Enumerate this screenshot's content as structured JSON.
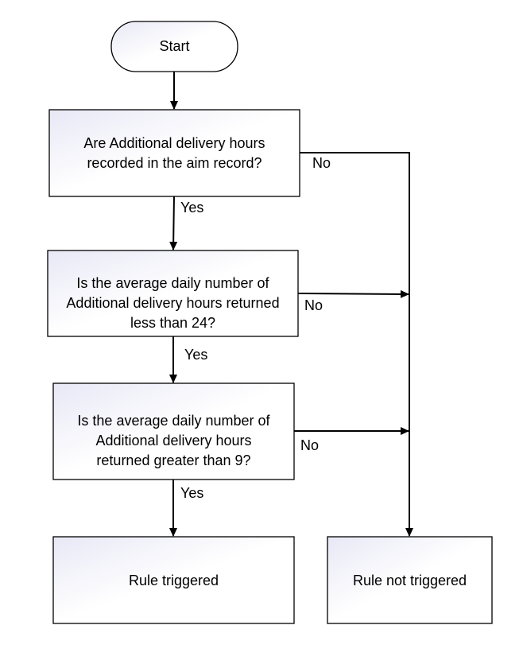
{
  "diagram": {
    "start": {
      "label": "Start"
    },
    "decisions": [
      {
        "lines": [
          "Are Additional delivery hours",
          "recorded in the aim record?"
        ]
      },
      {
        "lines": [
          "Is the average daily number of",
          "Additional delivery hours returned",
          "less than 24?"
        ]
      },
      {
        "lines": [
          "Is the average daily number of",
          "Additional delivery hours",
          "returned greater than 9?"
        ]
      }
    ],
    "outcomes": {
      "triggered": "Rule triggered",
      "not_triggered": "Rule not triggered"
    },
    "labels": {
      "yes": "Yes",
      "no": "No"
    }
  }
}
